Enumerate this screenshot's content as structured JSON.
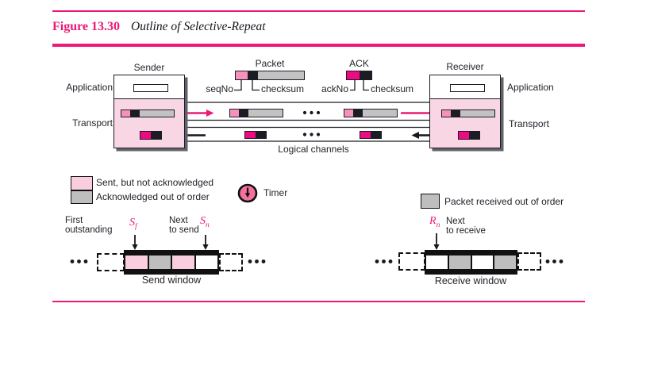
{
  "header": {
    "figure_label": "Figure 13.30",
    "figure_title": "Outline of Selective-Repeat"
  },
  "hosts": {
    "sender_title": "Sender",
    "receiver_title": "Receiver",
    "application_label": "Application",
    "transport_label": "Transport"
  },
  "packet_annotation": {
    "title": "Packet",
    "field1": "seqNo",
    "field2": "checksum"
  },
  "ack_annotation": {
    "title": "ACK",
    "field1": "ackNo",
    "field2": "checksum"
  },
  "channel": {
    "label": "Logical channels"
  },
  "legend": {
    "sent": "Sent, but not acknowledged",
    "acked": "Acknowledged out of order",
    "timer": "Timer",
    "received": "Packet received out of order"
  },
  "send_window": {
    "first_line1": "First",
    "first_line2": "outstanding",
    "sf_base": "S",
    "sf_sub": "f",
    "next_line1": "Next",
    "next_line2": "to send",
    "sn_base": "S",
    "sn_sub": "n",
    "label": "Send window",
    "cells": [
      "pink",
      "gray",
      "pink",
      "white"
    ]
  },
  "receive_window": {
    "rn_base": "R",
    "rn_sub": "n",
    "next_line1": "Next",
    "next_line2": "to receive",
    "label": "Receive window",
    "cells": [
      "white",
      "gray",
      "white",
      "gray"
    ]
  },
  "colors": {
    "accent_pink": "#ec1978",
    "ack_magenta": "#ee0b82",
    "seqno_pink": "#f591bb",
    "legend_light_pink": "#f9cede",
    "transport_fill_pink": "#f9d6e3",
    "data_gray": "#c3c2c2",
    "window_gray": "#bfbebe",
    "timer_pink": "#f4719e"
  }
}
